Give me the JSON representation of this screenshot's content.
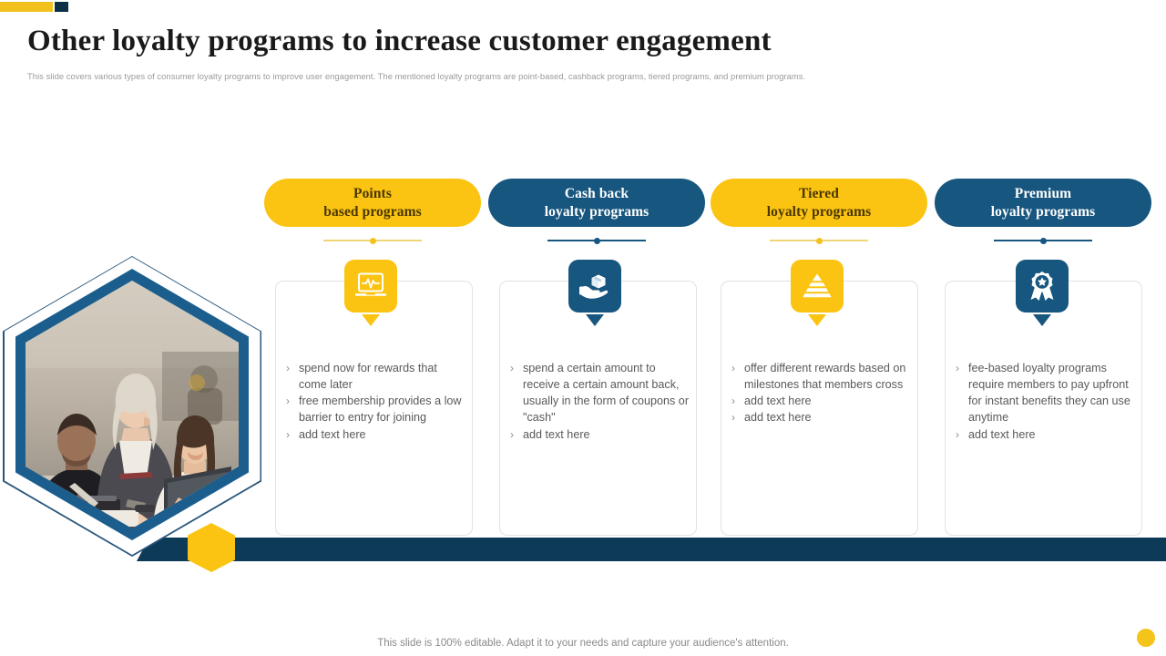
{
  "slide": {
    "title": "Other loyalty programs to increase customer engagement",
    "subtitle": "This slide covers various types of consumer loyalty programs to improve user engagement. The mentioned  loyalty programs are point-based, cashback programs, tiered programs, and premium  programs.",
    "footer": "This slide is 100% editable. Adapt it to your needs and capture your audience's attention."
  },
  "colors": {
    "yellow": "#fbc412",
    "accent_yellow_bar": "#f2c11c",
    "blue": "#17567f",
    "navy": "#0d3a57",
    "navy_square": "#0d2f45",
    "hex_border": "#1b5e8e",
    "body_text": "#595959",
    "muted_text": "#9a9a9a",
    "card_border": "#e2e2e2"
  },
  "photo": {
    "alt": "three colleagues collaborating at a desk with a laptop"
  },
  "columns": [
    {
      "title_line1": "Points",
      "title_line2": "based programs",
      "theme": "yellow",
      "icon": "laptop-pulse-icon",
      "bullets": [
        "spend now for rewards that come later",
        "free membership provides a low barrier to entry for joining",
        "add text here"
      ]
    },
    {
      "title_line1": "Cash back",
      "title_line2": "loyalty programs",
      "theme": "blue",
      "icon": "hand-holding-box-icon",
      "bullets": [
        "spend a certain amount to receive a certain amount back, usually in the form of coupons or \"cash\"",
        "add text here"
      ]
    },
    {
      "title_line1": "Tiered",
      "title_line2": "loyalty programs",
      "theme": "yellow",
      "icon": "tier-pyramid-icon",
      "bullets": [
        "offer different rewards based on milestones that members cross",
        "add text here",
        "add text here"
      ]
    },
    {
      "title_line1": "Premium",
      "title_line2": "loyalty programs",
      "theme": "blue",
      "icon": "award-ribbon-icon",
      "bullets": [
        "fee-based loyalty programs require members to pay upfront for instant benefits they can use anytime",
        "add text here"
      ]
    }
  ]
}
